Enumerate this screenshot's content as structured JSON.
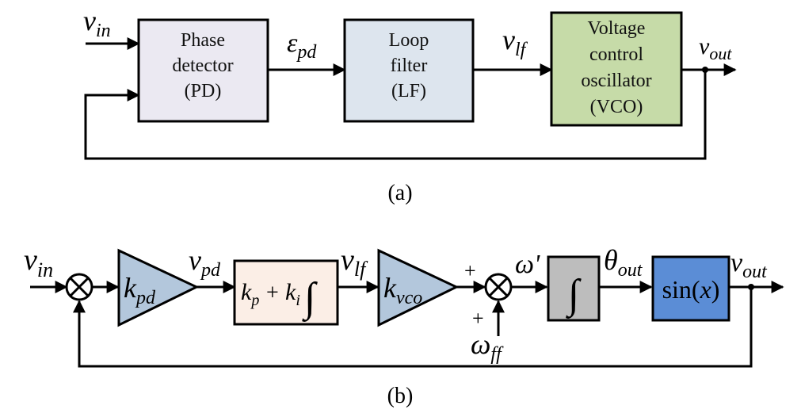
{
  "panel_a": {
    "caption": "(a)",
    "input_label": {
      "main": "v",
      "sub": "in"
    },
    "error_label": {
      "main": "ε",
      "sub": "pd"
    },
    "lf_label": {
      "main": "v",
      "sub": "lf"
    },
    "output_label": {
      "main": "v",
      "sub": "out"
    },
    "blocks": {
      "phase_detector": [
        "Phase",
        "detector",
        "(PD)"
      ],
      "loop_filter": [
        "Loop",
        "filter",
        "(LF)"
      ],
      "vco": [
        "Voltage",
        "control",
        "oscillator",
        "(VCO)"
      ]
    }
  },
  "panel_b": {
    "caption": "(b)",
    "input_label": {
      "main": "v",
      "sub": "in"
    },
    "pd_label": {
      "main": "v",
      "sub": "pd"
    },
    "lf_label": {
      "main": "v",
      "sub": "lf"
    },
    "omega_label": "ω'",
    "theta_label": {
      "main": "θ",
      "sub": "out"
    },
    "output_label": {
      "main": "v",
      "sub": "out"
    },
    "ff_label": {
      "main": "ω",
      "sub": "ff"
    },
    "plus_top": "+",
    "plus_bottom": "+",
    "gain_pd": {
      "main": "k",
      "sub": "pd"
    },
    "gain_vco": {
      "main": "k",
      "sub": "vco"
    },
    "pi_block": {
      "kp_main": "k",
      "kp_sub": "p",
      "plus": "+",
      "ki_main": "k",
      "ki_sub": "i",
      "integral": "∫"
    },
    "integrator": "∫",
    "sine_block": {
      "prefix": "sin(",
      "var": "x",
      "suffix": ")"
    }
  },
  "colors": {
    "pd_block": "#ebe9f2",
    "lf_block": "#dde5ee",
    "vco_block": "#c6dba8",
    "gain_triangle": "#b3c7dc",
    "pi_block": "#fbeee6",
    "integrator_block": "#bdbdbd",
    "sine_block": "#5b8dd6"
  }
}
